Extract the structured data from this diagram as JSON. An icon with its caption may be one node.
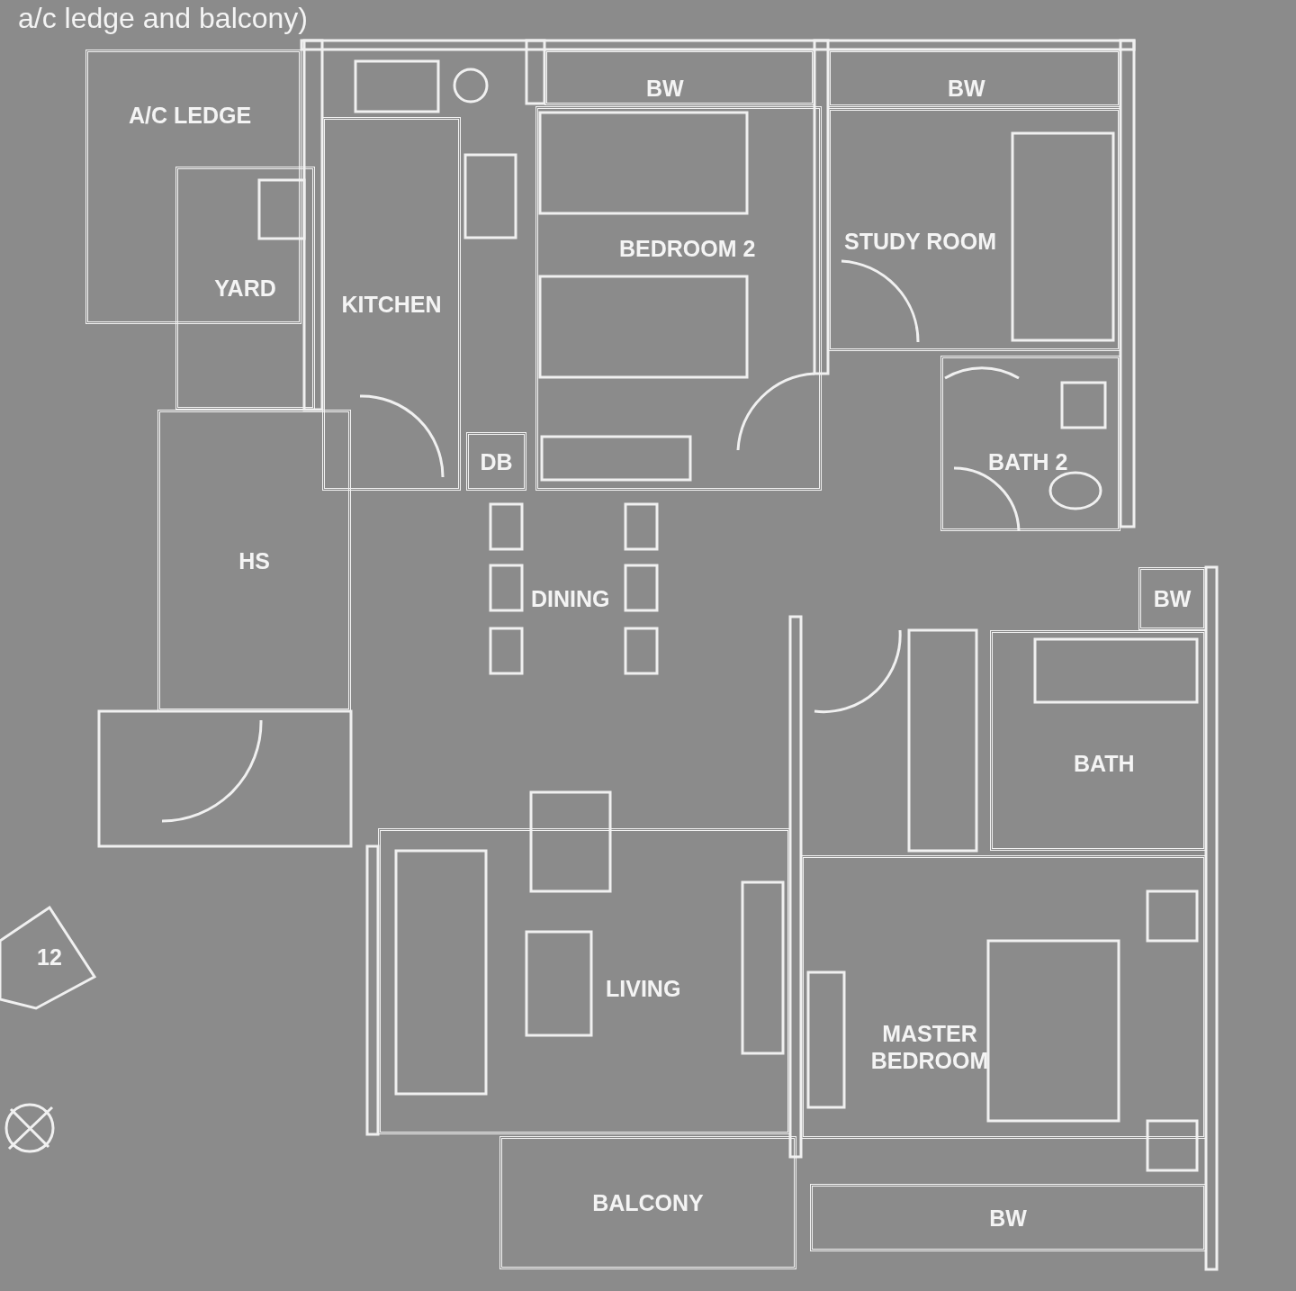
{
  "diagram": {
    "nodes": [
      {
        "text": [
          "BW"
        ]
      },
      {
        "text": [
          "BW"
        ]
      },
      {
        "text": [
          "A/C LEDGE"
        ]
      },
      {
        "text": [
          "BEDROOM 2"
        ]
      },
      {
        "text": [
          "STUDY ROOM"
        ]
      },
      {
        "text": [
          "YARD"
        ]
      },
      {
        "text": [
          "KITCHEN"
        ]
      },
      {
        "text": [
          "BATH 2"
        ]
      },
      {
        "text": [
          "DB"
        ]
      },
      {
        "text": [
          "HS"
        ]
      },
      {
        "text": [
          "DINING"
        ]
      },
      {
        "text": [
          "BW"
        ]
      },
      {
        "text": [
          "BATH"
        ]
      },
      {
        "text": [
          "LIVING"
        ]
      },
      {
        "text": [
          "12"
        ]
      },
      {
        "text": [
          "MASTER BEDROOM"
        ]
      },
      {
        "text": [
          "BALCONY"
        ]
      },
      {
        "text": [
          "BW"
        ]
      }
    ],
    "labels": [
      "a/c ledge and balcony)"
    ]
  }
}
